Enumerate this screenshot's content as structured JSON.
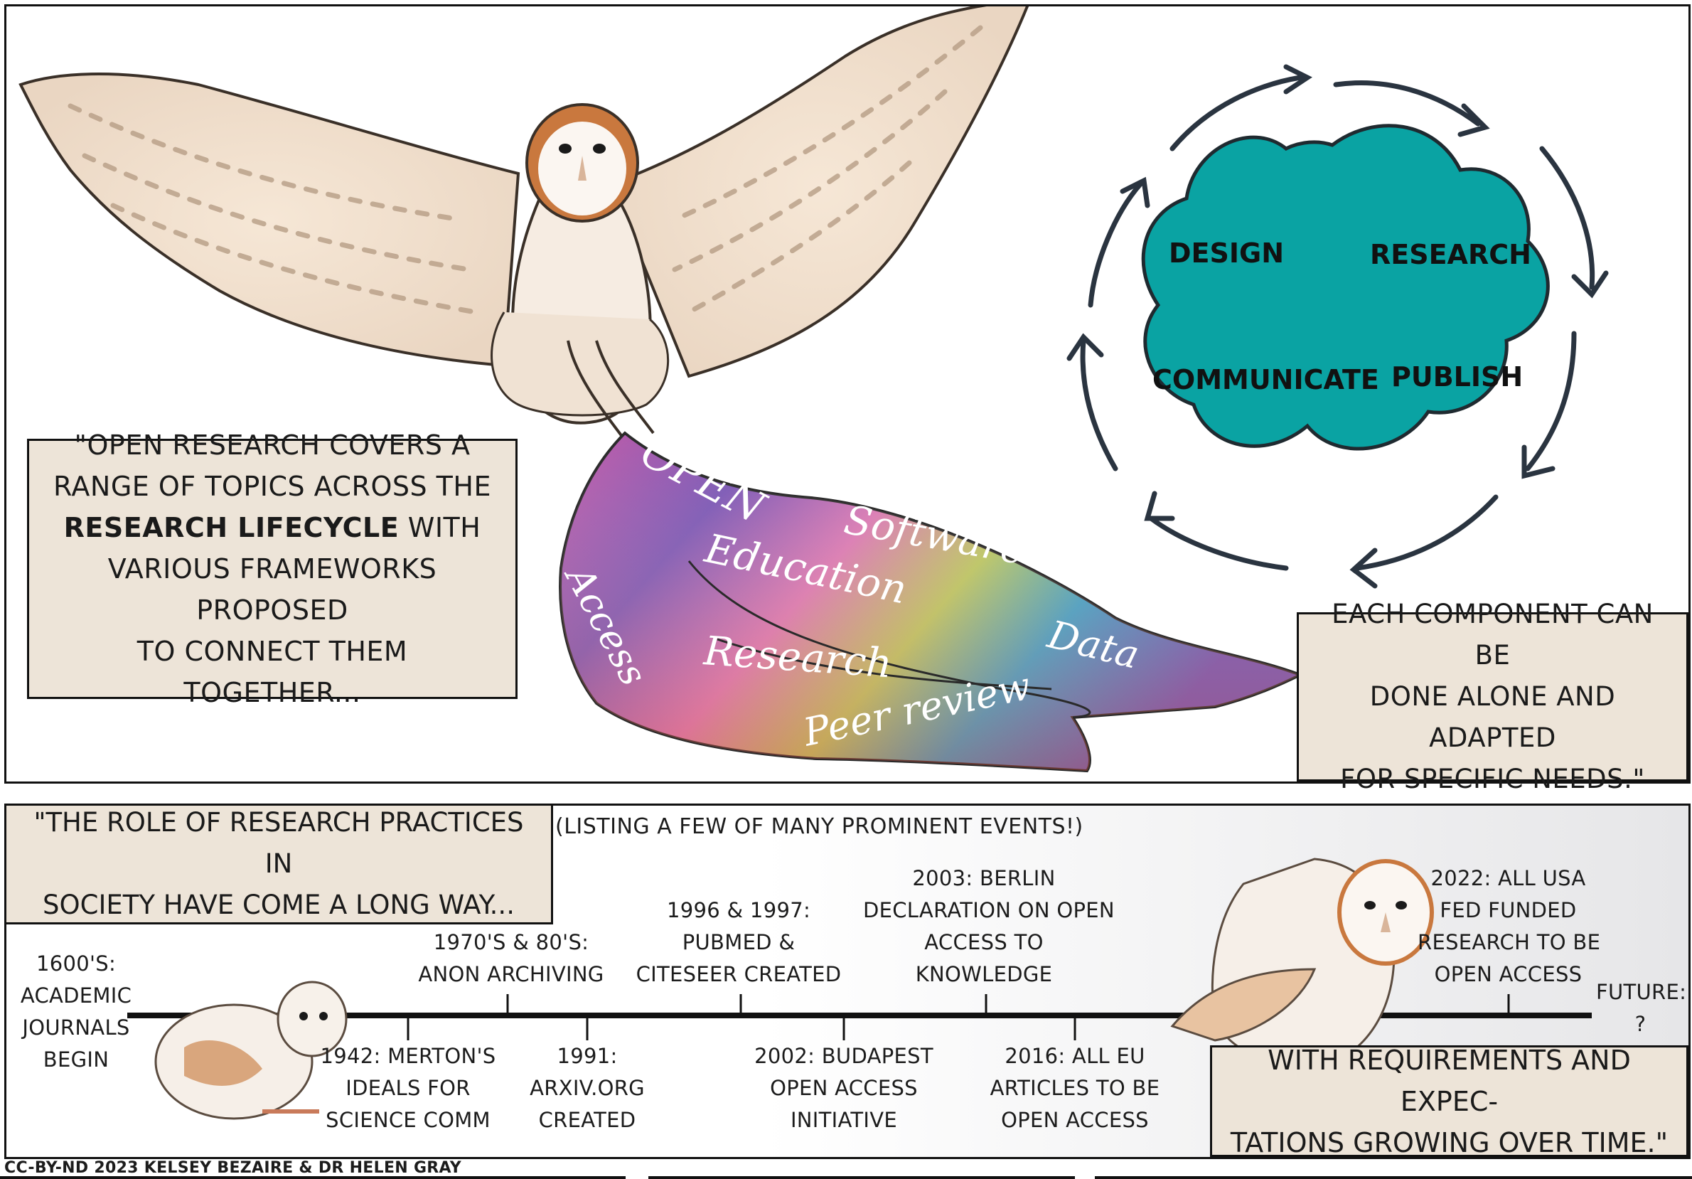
{
  "top_panel": {
    "quote_start": {
      "line1": "\"Open research covers a",
      "line2": "range of topics across the",
      "bold_phrase": "Research lifecycle",
      "line3_rest": " with",
      "line4": "various frameworks proposed",
      "line5": "to connect them together..."
    },
    "quote_end": {
      "line1": "Each component can be",
      "line2": "done alone and adapted",
      "line3": "for specific needs.\""
    },
    "lifecycle": {
      "stages": [
        "DESIGN",
        "RESEARCH",
        "COMMUNICATE",
        "PUBLISH"
      ],
      "fill_color": "#0aa3a3",
      "arrow_color": "#2a3440"
    },
    "quilt": {
      "labels": [
        "OPEN",
        "Software",
        "Education",
        "Access",
        "Research",
        "Data",
        "Peer review"
      ]
    }
  },
  "bottom_panel": {
    "note": "(LISTING A FEW OF MANY PROMINENT EVENTS!)",
    "quote_start": {
      "line1": "\"The role of research practices in",
      "line2": "society have come a long way..."
    },
    "quote_end": {
      "line1": "With requirements and expec-",
      "line2": "tations growing over time.\""
    },
    "timeline": {
      "events_above": [
        {
          "lines": [
            "1600's:",
            "academic",
            "journals",
            "begin"
          ]
        },
        {
          "lines": [
            "1970's & 80's:",
            "anon archiving"
          ]
        },
        {
          "lines": [
            "1996 & 1997:",
            "PubMed &",
            "CiteSeer  created"
          ]
        },
        {
          "lines": [
            "2003: Berlin",
            "declaration on open",
            "access to",
            "knowledge"
          ]
        },
        {
          "lines": [
            "2022: All USA",
            "fed funded",
            "research to be",
            "open access"
          ]
        },
        {
          "lines": [
            "Future:",
            "?"
          ]
        }
      ],
      "events_below": [
        {
          "lines": [
            "1942: Merton's",
            "ideals for",
            "science comm"
          ]
        },
        {
          "lines": [
            "1991:",
            "arXiv.org",
            "created"
          ]
        },
        {
          "lines": [
            "2002: Budapest",
            "open access",
            "initiative"
          ]
        },
        {
          "lines": [
            "2016: All EU",
            "articles to be",
            "open access"
          ]
        }
      ]
    }
  },
  "credit": "CC-BY-ND 2023 Kelsey Bezaire & Dr Helen Gray",
  "colors": {
    "caption_bg": "#ede4d8",
    "owl_feather": "#f1e6da",
    "owl_face_rim": "#c9783e",
    "lifecycle_teal": "#0aa3a3"
  }
}
